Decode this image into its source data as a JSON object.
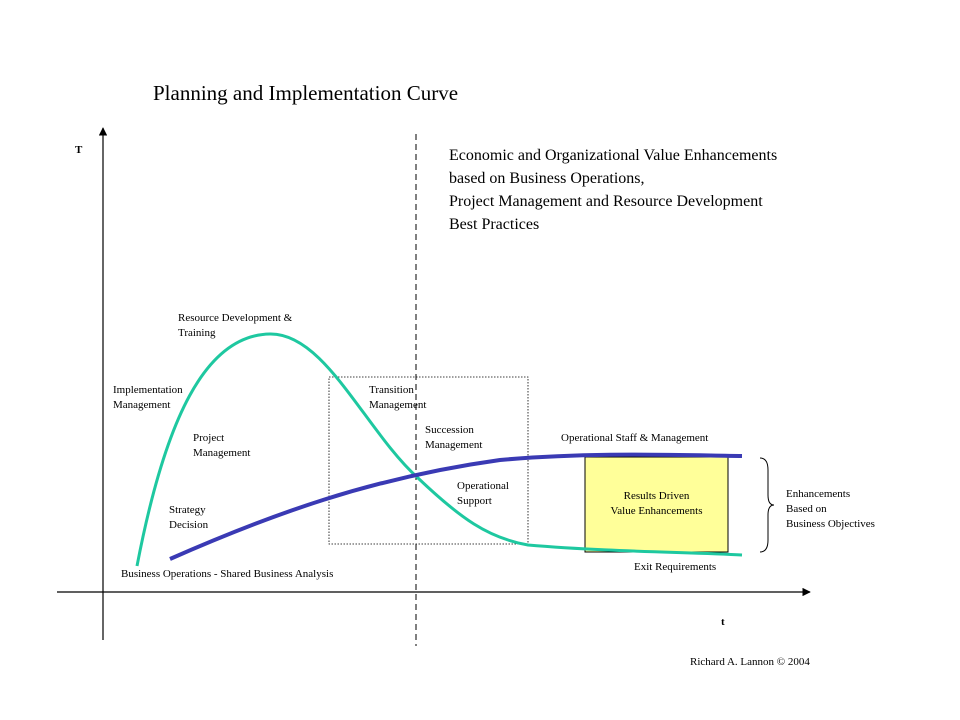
{
  "title": "Planning and Implementation Curve",
  "value_note": {
    "lines": [
      "Economic and Organizational Value Enhancements",
      "based on Business Operations,",
      "Project Management and Resource Development",
      "Best Practices"
    ]
  },
  "axes": {
    "y_label": "T",
    "x_label": "t"
  },
  "labels": {
    "resource_development": [
      "Resource Development &",
      "Training"
    ],
    "implementation_management": [
      "Implementation",
      "Management"
    ],
    "project_management": [
      "Project",
      "Management"
    ],
    "strategy_decision": [
      "Strategy",
      "Decision"
    ],
    "business_operations": "Business Operations - Shared Business Analysis",
    "transition_management": [
      "Transition",
      "Management"
    ],
    "succession_management": [
      "Succession",
      "Management"
    ],
    "operational_support": [
      "Operational",
      "Support"
    ],
    "operational_staff": "Operational Staff & Management",
    "results_driven": [
      "Results Driven",
      "Value Enhancements"
    ],
    "exit_requirements": "Exit Requirements",
    "enhancements": [
      "Enhancements",
      "Based on",
      "Business Objectives"
    ],
    "copyright": "Richard A. Lannon © 2004"
  },
  "colors": {
    "teal_curve": "#1ec8a0",
    "blue_curve": "#3a3ab4",
    "results_box_fill": "#ffff99"
  }
}
